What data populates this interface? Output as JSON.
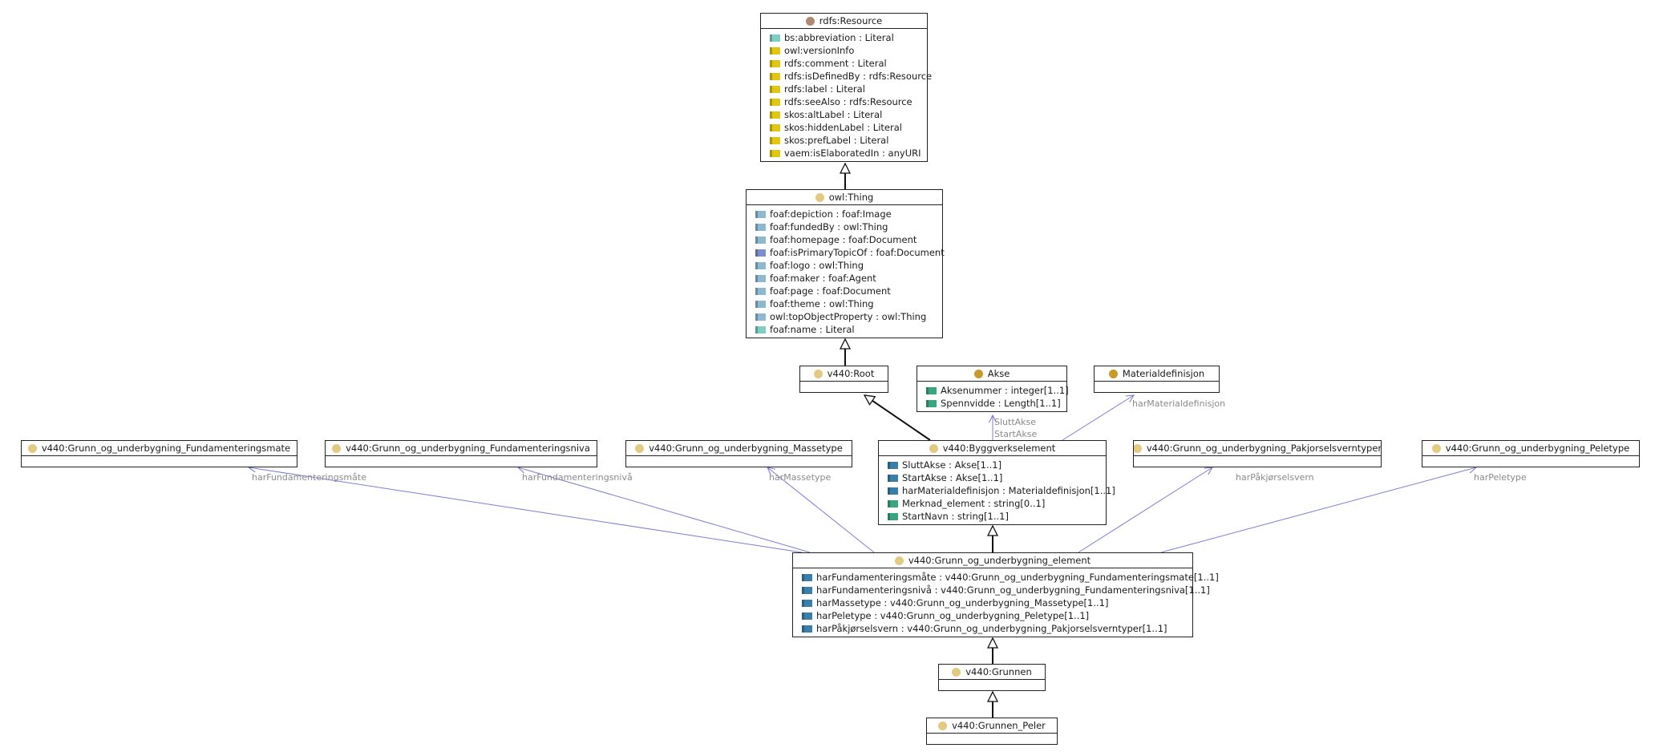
{
  "colors": {
    "header_dot": "#e4c981",
    "resource_dot": "#b08a70",
    "gold_dot": "#c99a2a",
    "swatch_yellow": "#e0c710",
    "swatch_lightblue": "#8fb9d1",
    "swatch_blue": "#3a7fa9",
    "swatch_teal": "#7ecfc2",
    "swatch_green": "#3aa67f",
    "swatch_purpleblue": "#7b8fd0",
    "association_line": "#7c7cd8",
    "inheritance_line": "#111111"
  },
  "classes": {
    "resource": {
      "title": "rdfs:Resource",
      "dot": "resource_dot",
      "attributes": [
        {
          "text": "bs:abbreviation : Literal",
          "swatch": "swatch_teal"
        },
        {
          "text": "owl:versionInfo",
          "swatch": "swatch_yellow"
        },
        {
          "text": "rdfs:comment : Literal",
          "swatch": "swatch_yellow"
        },
        {
          "text": "rdfs:isDefinedBy : rdfs:Resource",
          "swatch": "swatch_yellow"
        },
        {
          "text": "rdfs:label : Literal",
          "swatch": "swatch_yellow"
        },
        {
          "text": "rdfs:seeAlso : rdfs:Resource",
          "swatch": "swatch_yellow"
        },
        {
          "text": "skos:altLabel : Literal",
          "swatch": "swatch_yellow"
        },
        {
          "text": "skos:hiddenLabel : Literal",
          "swatch": "swatch_yellow"
        },
        {
          "text": "skos:prefLabel : Literal",
          "swatch": "swatch_yellow"
        },
        {
          "text": "vaem:isElaboratedIn : anyURI",
          "swatch": "swatch_yellow"
        }
      ]
    },
    "thing": {
      "title": "owl:Thing",
      "dot": "header_dot",
      "attributes": [
        {
          "text": "foaf:depiction : foaf:Image",
          "swatch": "swatch_lightblue"
        },
        {
          "text": "foaf:fundedBy : owl:Thing",
          "swatch": "swatch_lightblue"
        },
        {
          "text": "foaf:homepage : foaf:Document",
          "swatch": "swatch_lightblue"
        },
        {
          "text": "foaf:isPrimaryTopicOf : foaf:Document",
          "swatch": "swatch_purpleblue"
        },
        {
          "text": "foaf:logo : owl:Thing",
          "swatch": "swatch_lightblue"
        },
        {
          "text": "foaf:maker : foaf:Agent",
          "swatch": "swatch_lightblue"
        },
        {
          "text": "foaf:page : foaf:Document",
          "swatch": "swatch_lightblue"
        },
        {
          "text": "foaf:theme : owl:Thing",
          "swatch": "swatch_lightblue"
        },
        {
          "text": "owl:topObjectProperty : owl:Thing",
          "swatch": "swatch_lightblue"
        },
        {
          "text": "foaf:name : Literal",
          "swatch": "swatch_teal"
        }
      ]
    },
    "root": {
      "title": "v440:Root",
      "dot": "header_dot",
      "attributes": []
    },
    "akse": {
      "title": "Akse",
      "dot": "gold_dot",
      "attributes": [
        {
          "text": "Aksenummer : integer[1..1]",
          "swatch": "swatch_green"
        },
        {
          "text": "Spennvidde : Length[1..1]",
          "swatch": "swatch_green"
        }
      ]
    },
    "materialdef": {
      "title": "Materialdefinisjon",
      "dot": "gold_dot",
      "attributes": []
    },
    "fund_mate": {
      "title": "v440:Grunn_og_underbygning_Fundamenteringsmate",
      "dot": "header_dot",
      "attributes": []
    },
    "fund_niva": {
      "title": "v440:Grunn_og_underbygning_Fundamenteringsniva",
      "dot": "header_dot",
      "attributes": []
    },
    "massetype": {
      "title": "v440:Grunn_og_underbygning_Massetype",
      "dot": "header_dot",
      "attributes": []
    },
    "byggverk": {
      "title": "v440:Byggverkselement",
      "dot": "header_dot",
      "attributes": [
        {
          "text": "SluttAkse : Akse[1..1]",
          "swatch": "swatch_blue"
        },
        {
          "text": "StartAkse : Akse[1..1]",
          "swatch": "swatch_blue"
        },
        {
          "text": "harMaterialdefinisjon : Materialdefinisjon[1..1]",
          "swatch": "swatch_blue"
        },
        {
          "text": "Merknad_element : string[0..1]",
          "swatch": "swatch_green"
        },
        {
          "text": "StartNavn : string[1..1]",
          "swatch": "swatch_green"
        }
      ]
    },
    "pakjorsel": {
      "title": "v440:Grunn_og_underbygning_Pakjorselsverntyper",
      "dot": "header_dot",
      "attributes": []
    },
    "peletype": {
      "title": "v440:Grunn_og_underbygning_Peletype",
      "dot": "header_dot",
      "attributes": []
    },
    "gou_element": {
      "title": "v440:Grunn_og_underbygning_element",
      "dot": "header_dot",
      "attributes": [
        {
          "text": "harFundamenteringsmåte : v440:Grunn_og_underbygning_Fundamenteringsmate[1..1]",
          "swatch": "swatch_blue"
        },
        {
          "text": "harFundamenteringsnivå : v440:Grunn_og_underbygning_Fundamenteringsniva[1..1]",
          "swatch": "swatch_blue"
        },
        {
          "text": "harMassetype : v440:Grunn_og_underbygning_Massetype[1..1]",
          "swatch": "swatch_blue"
        },
        {
          "text": "harPeletype : v440:Grunn_og_underbygning_Peletype[1..1]",
          "swatch": "swatch_blue"
        },
        {
          "text": "harPåkjørselsvern : v440:Grunn_og_underbygning_Pakjorselsverntyper[1..1]",
          "swatch": "swatch_blue"
        }
      ]
    },
    "grunnen": {
      "title": "v440:Grunnen",
      "dot": "header_dot",
      "attributes": []
    },
    "grunnen_peler": {
      "title": "v440:Grunnen_Peler",
      "dot": "header_dot",
      "attributes": []
    }
  },
  "edge_labels": {
    "slutt_akse": "SluttAkse",
    "start_akse": "StartAkse",
    "har_materialdef": "harMaterialdefinisjon",
    "har_fund_mate": "harFundamenteringsmåte",
    "har_fund_niva": "harFundamenteringsnivå",
    "har_massetype": "harMassetype",
    "har_pakjorsel": "harPåkjørselsvern",
    "har_peletype": "harPeletype"
  }
}
